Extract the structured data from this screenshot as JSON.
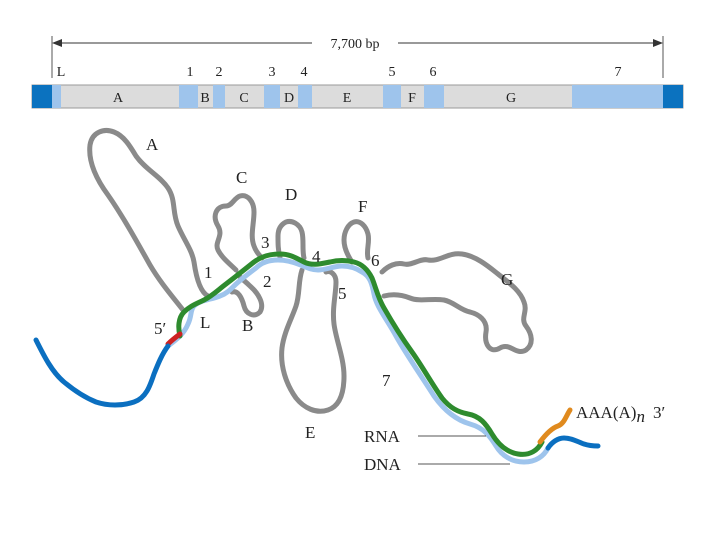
{
  "ruler": {
    "label": "7,700 bp"
  },
  "gene_map": {
    "exon_labels": [
      "L",
      "1",
      "2",
      "3",
      "4",
      "5",
      "6",
      "7"
    ],
    "intron_labels": [
      "A",
      "B",
      "C",
      "D",
      "E",
      "F",
      "G"
    ]
  },
  "loops": {
    "intron_labels": [
      "A",
      "B",
      "C",
      "D",
      "E",
      "F",
      "G"
    ],
    "exon_labels": [
      "L",
      "1",
      "2",
      "3",
      "4",
      "5",
      "6",
      "7"
    ]
  },
  "ends": {
    "five_prime": "5′",
    "poly_a": "AAA(A)",
    "poly_a_sub": "n",
    "three_prime": "3′"
  },
  "legend": {
    "rna": "RNA",
    "dna": "DNA"
  },
  "colors": {
    "exon_blue": "#9ec4ec",
    "intron_gray": "#dcdcdc",
    "flank_blue": "#0b72bf",
    "loop_gray": "#8a8a8a",
    "rna_green": "#2e8b2e",
    "dna_light_blue": "#9ec4ec",
    "dna_dark_blue": "#0b6fc0",
    "cap_red": "#cc2222",
    "polya_orange": "#e08a1e"
  }
}
